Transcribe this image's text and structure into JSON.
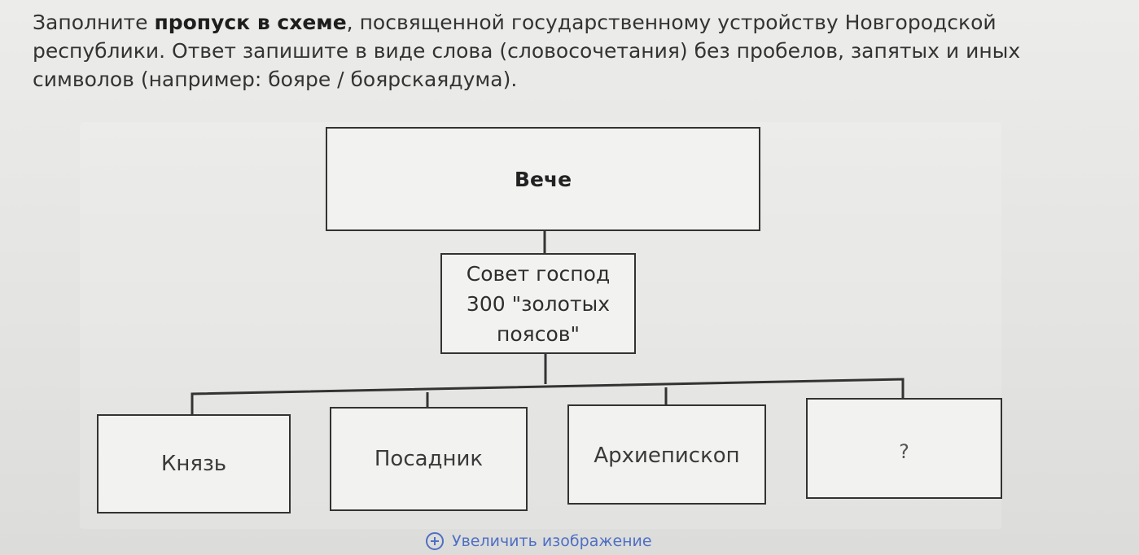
{
  "question": {
    "text_start": "Заполните ",
    "text_bold": "пропуск в схеме",
    "text_end": ", посвященной государственному устройству Новгородской республики. Ответ запишите в виде слова (словосочетания) без пробелов, запятых и иных символов (например: бояре / боярскаядума)."
  },
  "scheme": {
    "top": "Вече",
    "middle": [
      "Совет господ",
      "300 \"золотых",
      "поясов\""
    ],
    "bottom": [
      "Князь",
      "Посадник",
      "Архиепископ",
      "?"
    ]
  },
  "zoom": {
    "label": "Увеличить изображение",
    "color": "#4f6fc4"
  }
}
